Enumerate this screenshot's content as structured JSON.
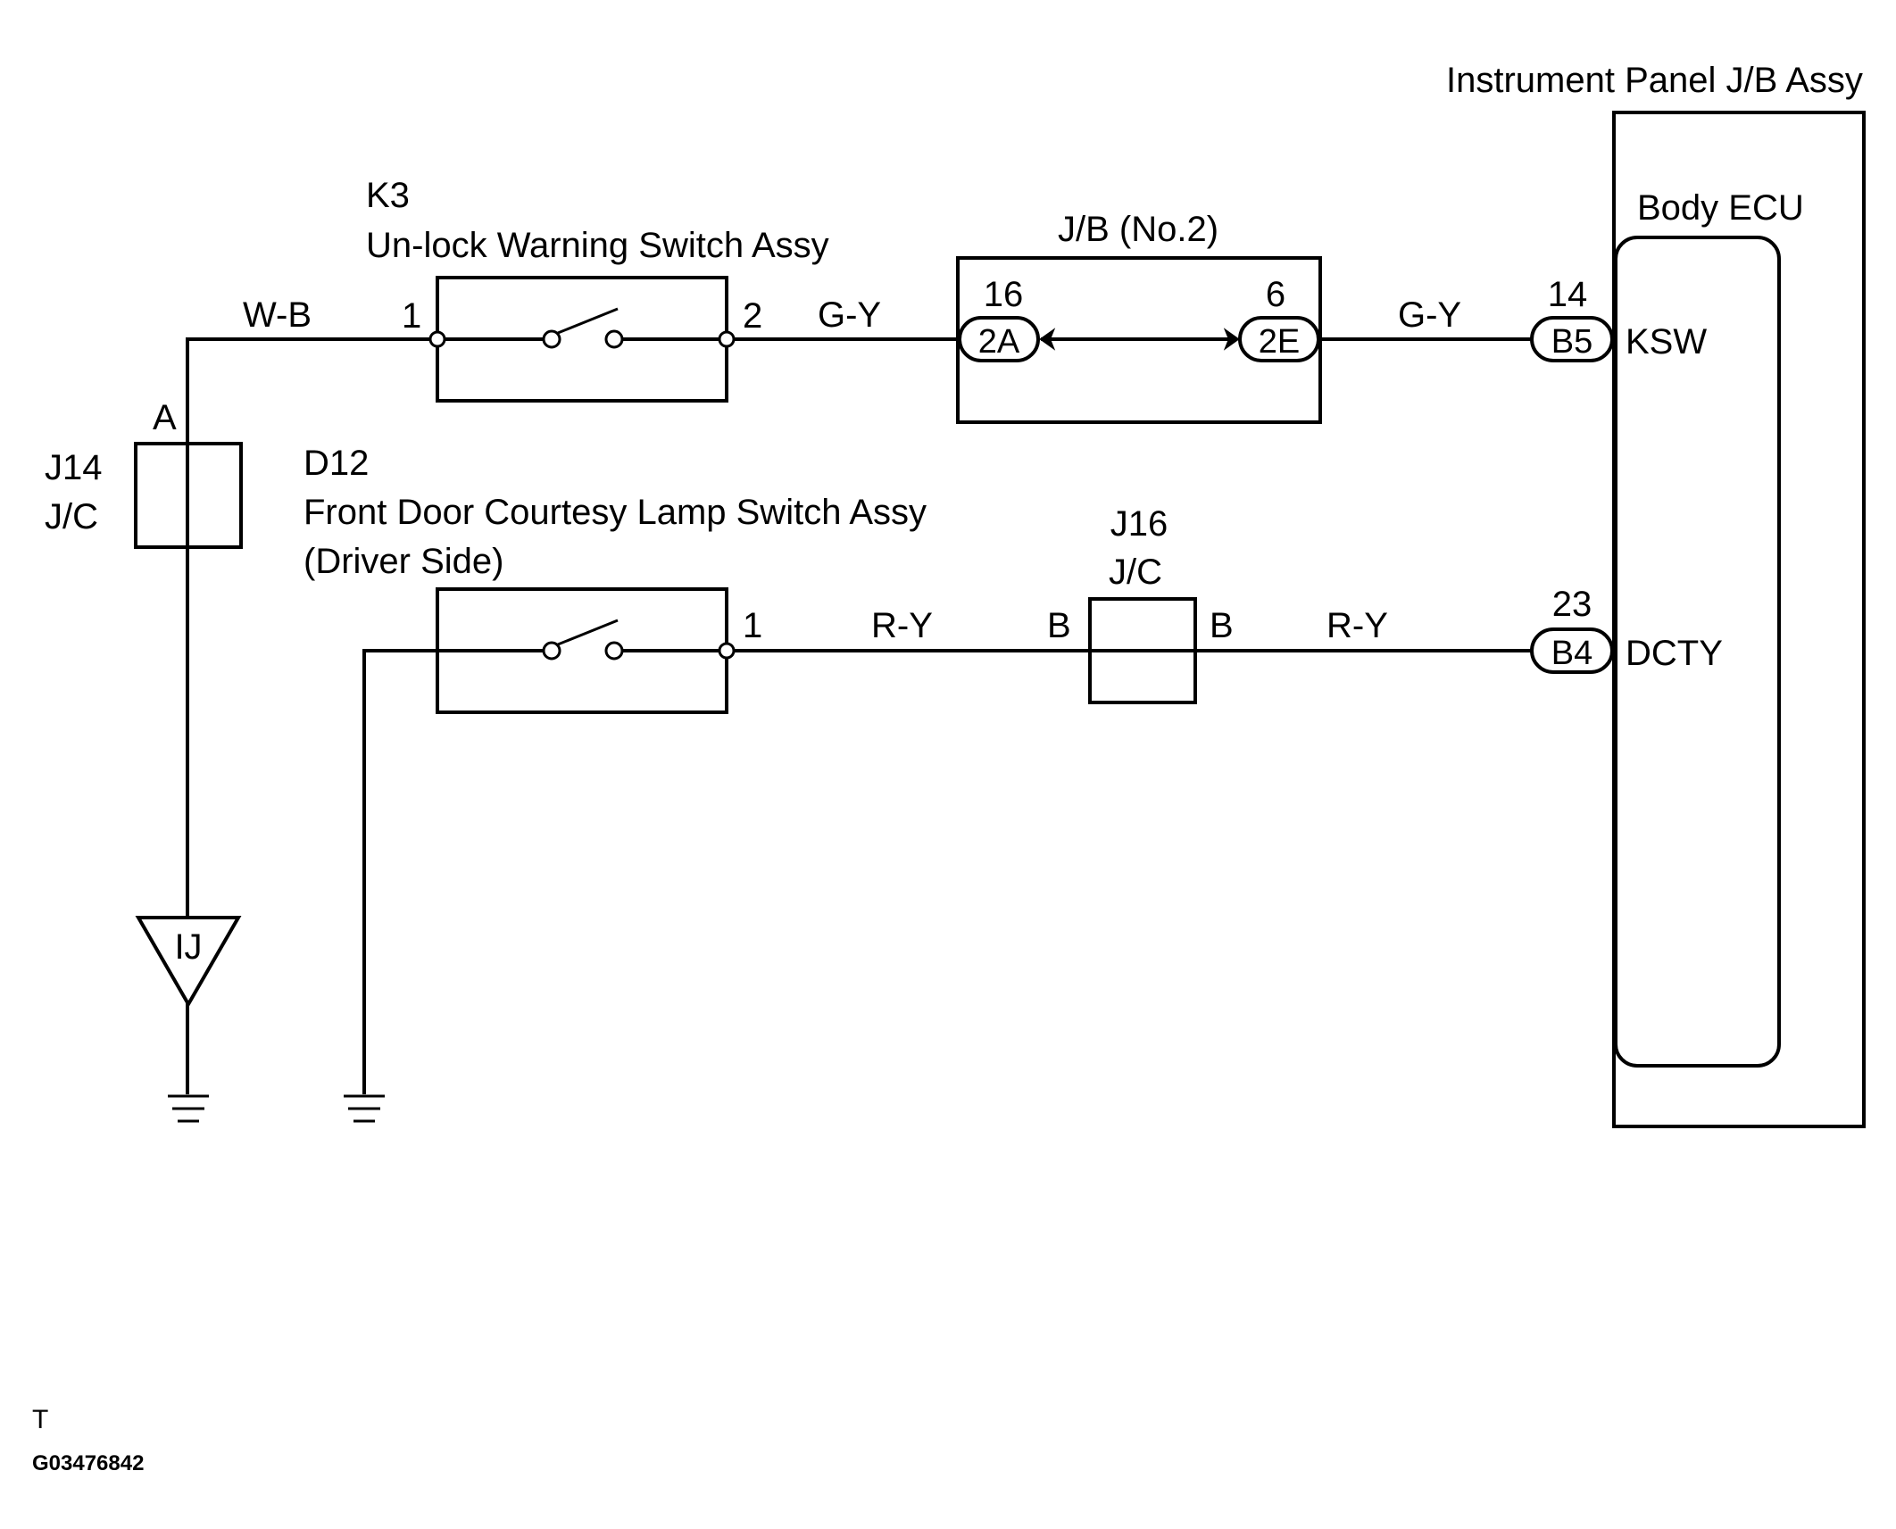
{
  "labels": {
    "ip_jb_assy": "Instrument Panel J/B Assy",
    "body_ecu": "Body ECU",
    "k3_code": "K3",
    "k3_name": "Un-lock  Warning Switch Assy",
    "jb2_name": "J/B (No.2)",
    "j14_code": "J14",
    "j14_type": "J/C",
    "d12_code": "D12",
    "d12_name": "Front Door Courtesy Lamp Switch Assy",
    "d12_side": "(Driver Side)",
    "j16_code": "J16",
    "j16_type": "J/C",
    "ground_ij": "IJ",
    "footer_letter": "T",
    "footer_id": "G03476842"
  },
  "wires": {
    "w_b": "W-B",
    "g_y_1": "G-Y",
    "g_y_2": "G-Y",
    "r_y_1": "R-Y",
    "r_y_2": "R-Y"
  },
  "pins": {
    "k3_pin1": "1",
    "k3_pin2": "2",
    "jb2_pin_left": "16",
    "jb2_pin_right": "6",
    "ecu_pin_top": "14",
    "ecu_pin_bottom": "23",
    "d12_pin1": "1",
    "j14_pin": "A",
    "j16_pin_left": "B",
    "j16_pin_right": "B"
  },
  "connectors": {
    "jb2_left": "2A",
    "jb2_right": "2E",
    "ecu_top": "B5",
    "ecu_bottom": "B4"
  },
  "terminals": {
    "ksw": "KSW",
    "dcty": "DCTY"
  }
}
